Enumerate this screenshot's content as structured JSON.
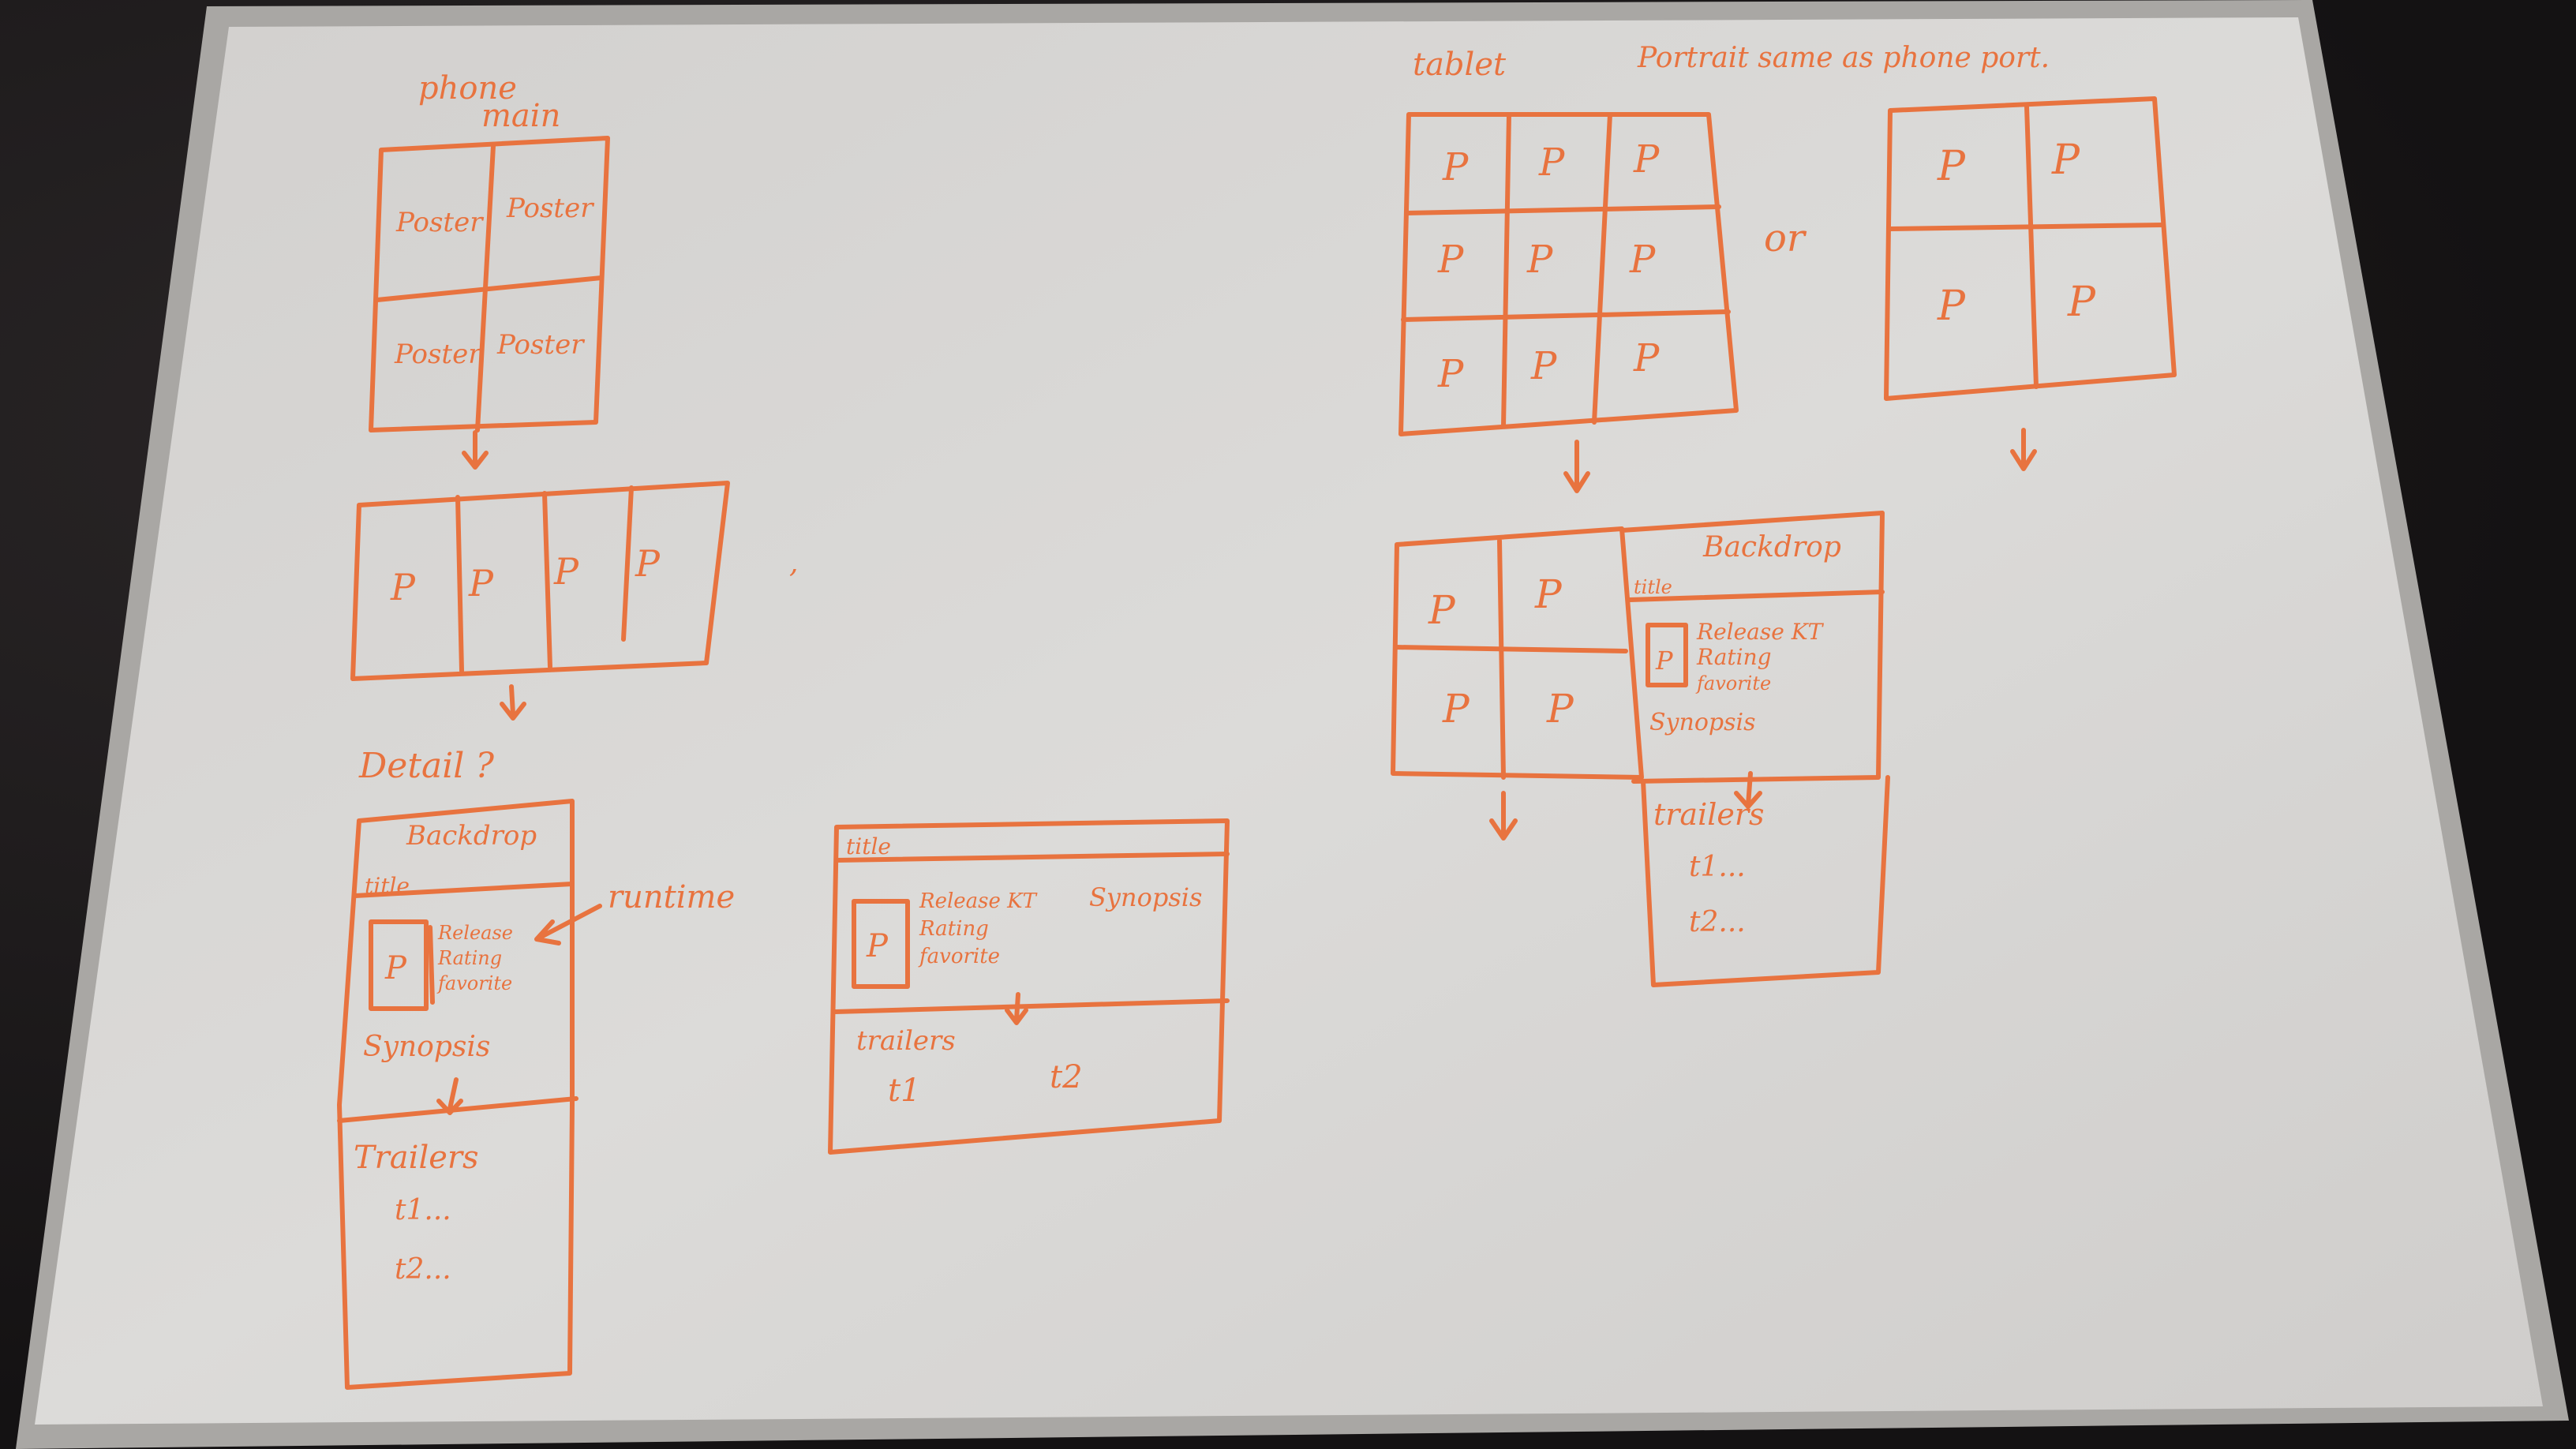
{
  "phone": {
    "heading": "phone",
    "subheading": "main",
    "poster_cells": [
      "Poster",
      "Poster",
      "Poster",
      "Poster"
    ],
    "strip_cells": [
      "P",
      "P",
      "P",
      "P"
    ]
  },
  "detail": {
    "heading": "Detail ?",
    "backdrop": "Backdrop",
    "title": "title",
    "poster": "P",
    "release": "Release",
    "rating": "Rating",
    "favorite": "favorite",
    "runtime": "runtime",
    "synopsis": "Synopsis",
    "trailers": "Trailers",
    "t1": "t1...",
    "t2": "t2..."
  },
  "detail_landscape": {
    "title": "title",
    "poster": "P",
    "release": "Release KT",
    "rating": "Rating",
    "favorite": "favorite",
    "synopsis": "Synopsis",
    "trailers": "trailers",
    "t1": "t1",
    "t2": "t2"
  },
  "tablet": {
    "heading": "tablet",
    "note": "Portrait same as phone port.",
    "or": "or",
    "grid9": [
      "P",
      "P",
      "P",
      "P",
      "P",
      "P",
      "P",
      "P",
      "P"
    ],
    "grid4": [
      "P",
      "P",
      "P",
      "P"
    ],
    "split_grid": [
      "P",
      "P",
      "P",
      "P"
    ],
    "backdrop": "Backdrop",
    "title": "title",
    "poster": "P",
    "release": "Release KT",
    "rating": "Rating",
    "favorite": "favorite",
    "synopsis": "Synopsis",
    "trailers": "trailers",
    "t1": "t1...",
    "t2": "t2..."
  },
  "colors": {
    "marker": "#e8733f",
    "board": "#d9d8d6",
    "frame": "#b5b3b0"
  }
}
